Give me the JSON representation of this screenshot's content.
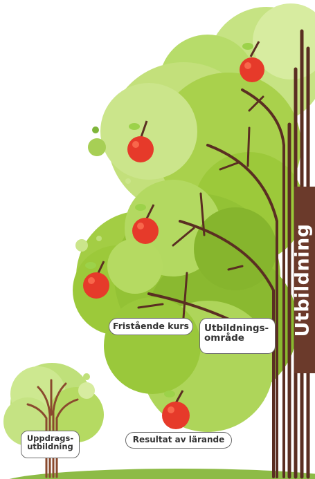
{
  "trunk_label": "Utbildning",
  "labels": {
    "fristaende": "Fristående kurs",
    "omrade": "Utbildnings-\nområde",
    "resultat": "Resultat av lärande",
    "uppdrag": "Uppdrags-\nutbildning"
  },
  "colors": {
    "foliage_light": "#bfe07a",
    "foliage_mid": "#9cc93a",
    "foliage_dark": "#7fae2c",
    "trunk": "#5a2e22",
    "apple": "#e63a2a",
    "ground": "#8dbb46"
  }
}
